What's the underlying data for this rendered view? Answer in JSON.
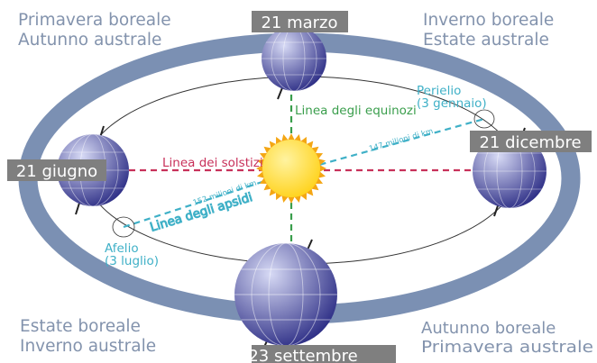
{
  "colors": {
    "orbit_ring": "#7b90b3",
    "orbit_path": "#333333",
    "season_text": "#8393ad",
    "date_label_bg": "#7f7f7f",
    "date_label_text": "#ffffff",
    "solstice_line": "#c8315a",
    "equinox_line": "#3a9e4c",
    "apsides_line": "#3fb0c7",
    "sun_core": "#ffd21a",
    "sun_rays": "#f4a614",
    "earth_light": "#d7daf5",
    "earth_dark": "#2e2f86"
  },
  "corner_labels": {
    "top_left": [
      "Primavera boreale",
      "Autunno australe"
    ],
    "top_right": [
      "Inverno boreale",
      "Estate australe"
    ],
    "bottom_left": [
      "Estate boreale",
      "Inverno australe"
    ],
    "bottom_right": [
      "Autunno boreale",
      "Primavera australe"
    ]
  },
  "dates": {
    "march": "21 marzo",
    "june": "21 giugno",
    "september": "23 settembre",
    "december": "21 dicembre"
  },
  "lines": {
    "equinoxes": "Linea degli equinozi",
    "solstices": "Linea dei solstizi",
    "apsides": "Linea degli apsidi"
  },
  "perihelion": {
    "name": "Perielio",
    "date": "(3 gennaio)",
    "distance": "147 milioni di km"
  },
  "aphelion": {
    "name": "Afelio",
    "date": "(3 luglio)",
    "distance": "152 milioni di km"
  }
}
